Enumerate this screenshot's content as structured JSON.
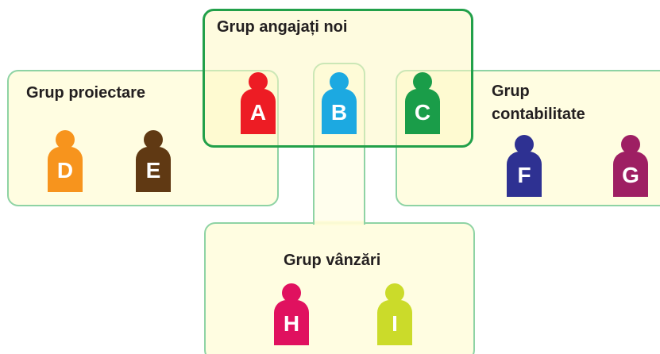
{
  "groups": {
    "proiectare": {
      "label": "Grup proiectare"
    },
    "contabilitate": {
      "label_line1": "Grup",
      "label_line2": "contabilitate"
    },
    "angajati_noi": {
      "label": "Grup angajați noi"
    },
    "vanzari": {
      "label": "Grup vânzări"
    }
  },
  "people": {
    "A": {
      "letter": "A",
      "color": "#ed1c24"
    },
    "B": {
      "letter": "B",
      "color": "#1ca9e1"
    },
    "C": {
      "letter": "C",
      "color": "#1a9d49"
    },
    "D": {
      "letter": "D",
      "color": "#f7941d"
    },
    "E": {
      "letter": "E",
      "color": "#603913"
    },
    "F": {
      "letter": "F",
      "color": "#2e3192"
    },
    "G": {
      "letter": "G",
      "color": "#9e1f63"
    },
    "H": {
      "letter": "H",
      "color": "#e0115f"
    },
    "I": {
      "letter": "I",
      "color": "#cbdb2a"
    }
  },
  "colors": {
    "group_fill": "#fffbd6",
    "group_border": "#8ed3a4",
    "new_employees_border": "#22a04a"
  }
}
